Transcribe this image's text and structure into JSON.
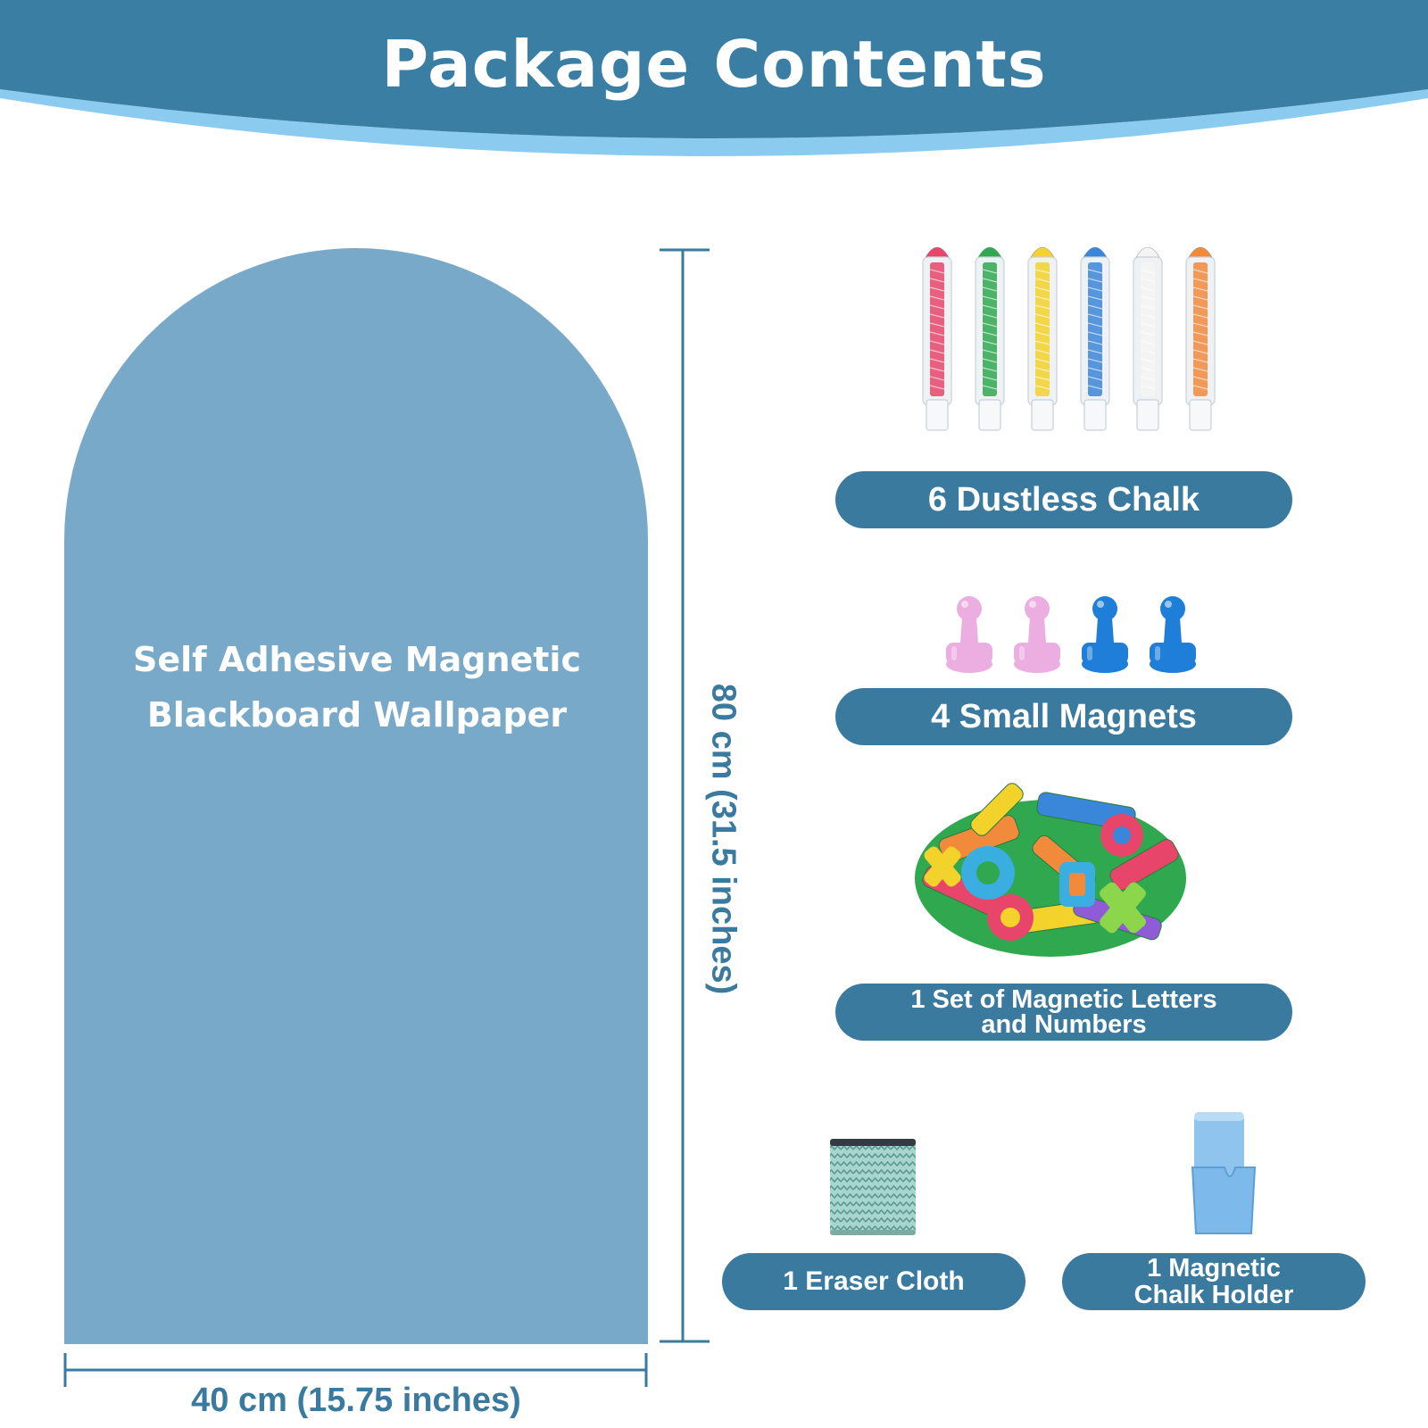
{
  "header": {
    "title": "Package Contents",
    "colors": {
      "band": "#3b7ea4",
      "accent": "#8ccbf0"
    }
  },
  "board": {
    "label_line1": "Self Adhesive Magnetic",
    "label_line2": "Blackboard Wallpaper",
    "color": "#79a9c8",
    "height_label": "80 cm (31.5 inches)",
    "width_label": "40 cm (15.75 inches)"
  },
  "items": {
    "chalk": {
      "label": "6 Dustless Chalk",
      "icon": "chalk-stick-icon",
      "colors": [
        "#e8456a",
        "#2fa84f",
        "#f2d22b",
        "#3a86d8",
        "#f4f4f4",
        "#f28a3c"
      ]
    },
    "magnets": {
      "label": "4 Small Magnets",
      "icon": "push-pin-magnet-icon",
      "colors": [
        "#ecaee0",
        "#ecaee0",
        "#1f7ed8",
        "#1f7ed8"
      ]
    },
    "letters": {
      "label_line1": "1 Set of Magnetic Letters",
      "label_line2": "and Numbers",
      "icon": "foam-letters-icon"
    },
    "eraser": {
      "label": "1  Eraser Cloth",
      "icon": "eraser-cloth-icon"
    },
    "holder": {
      "label_line1": "1 Magnetic",
      "label_line2": "Chalk Holder",
      "icon": "chalk-holder-icon"
    }
  }
}
